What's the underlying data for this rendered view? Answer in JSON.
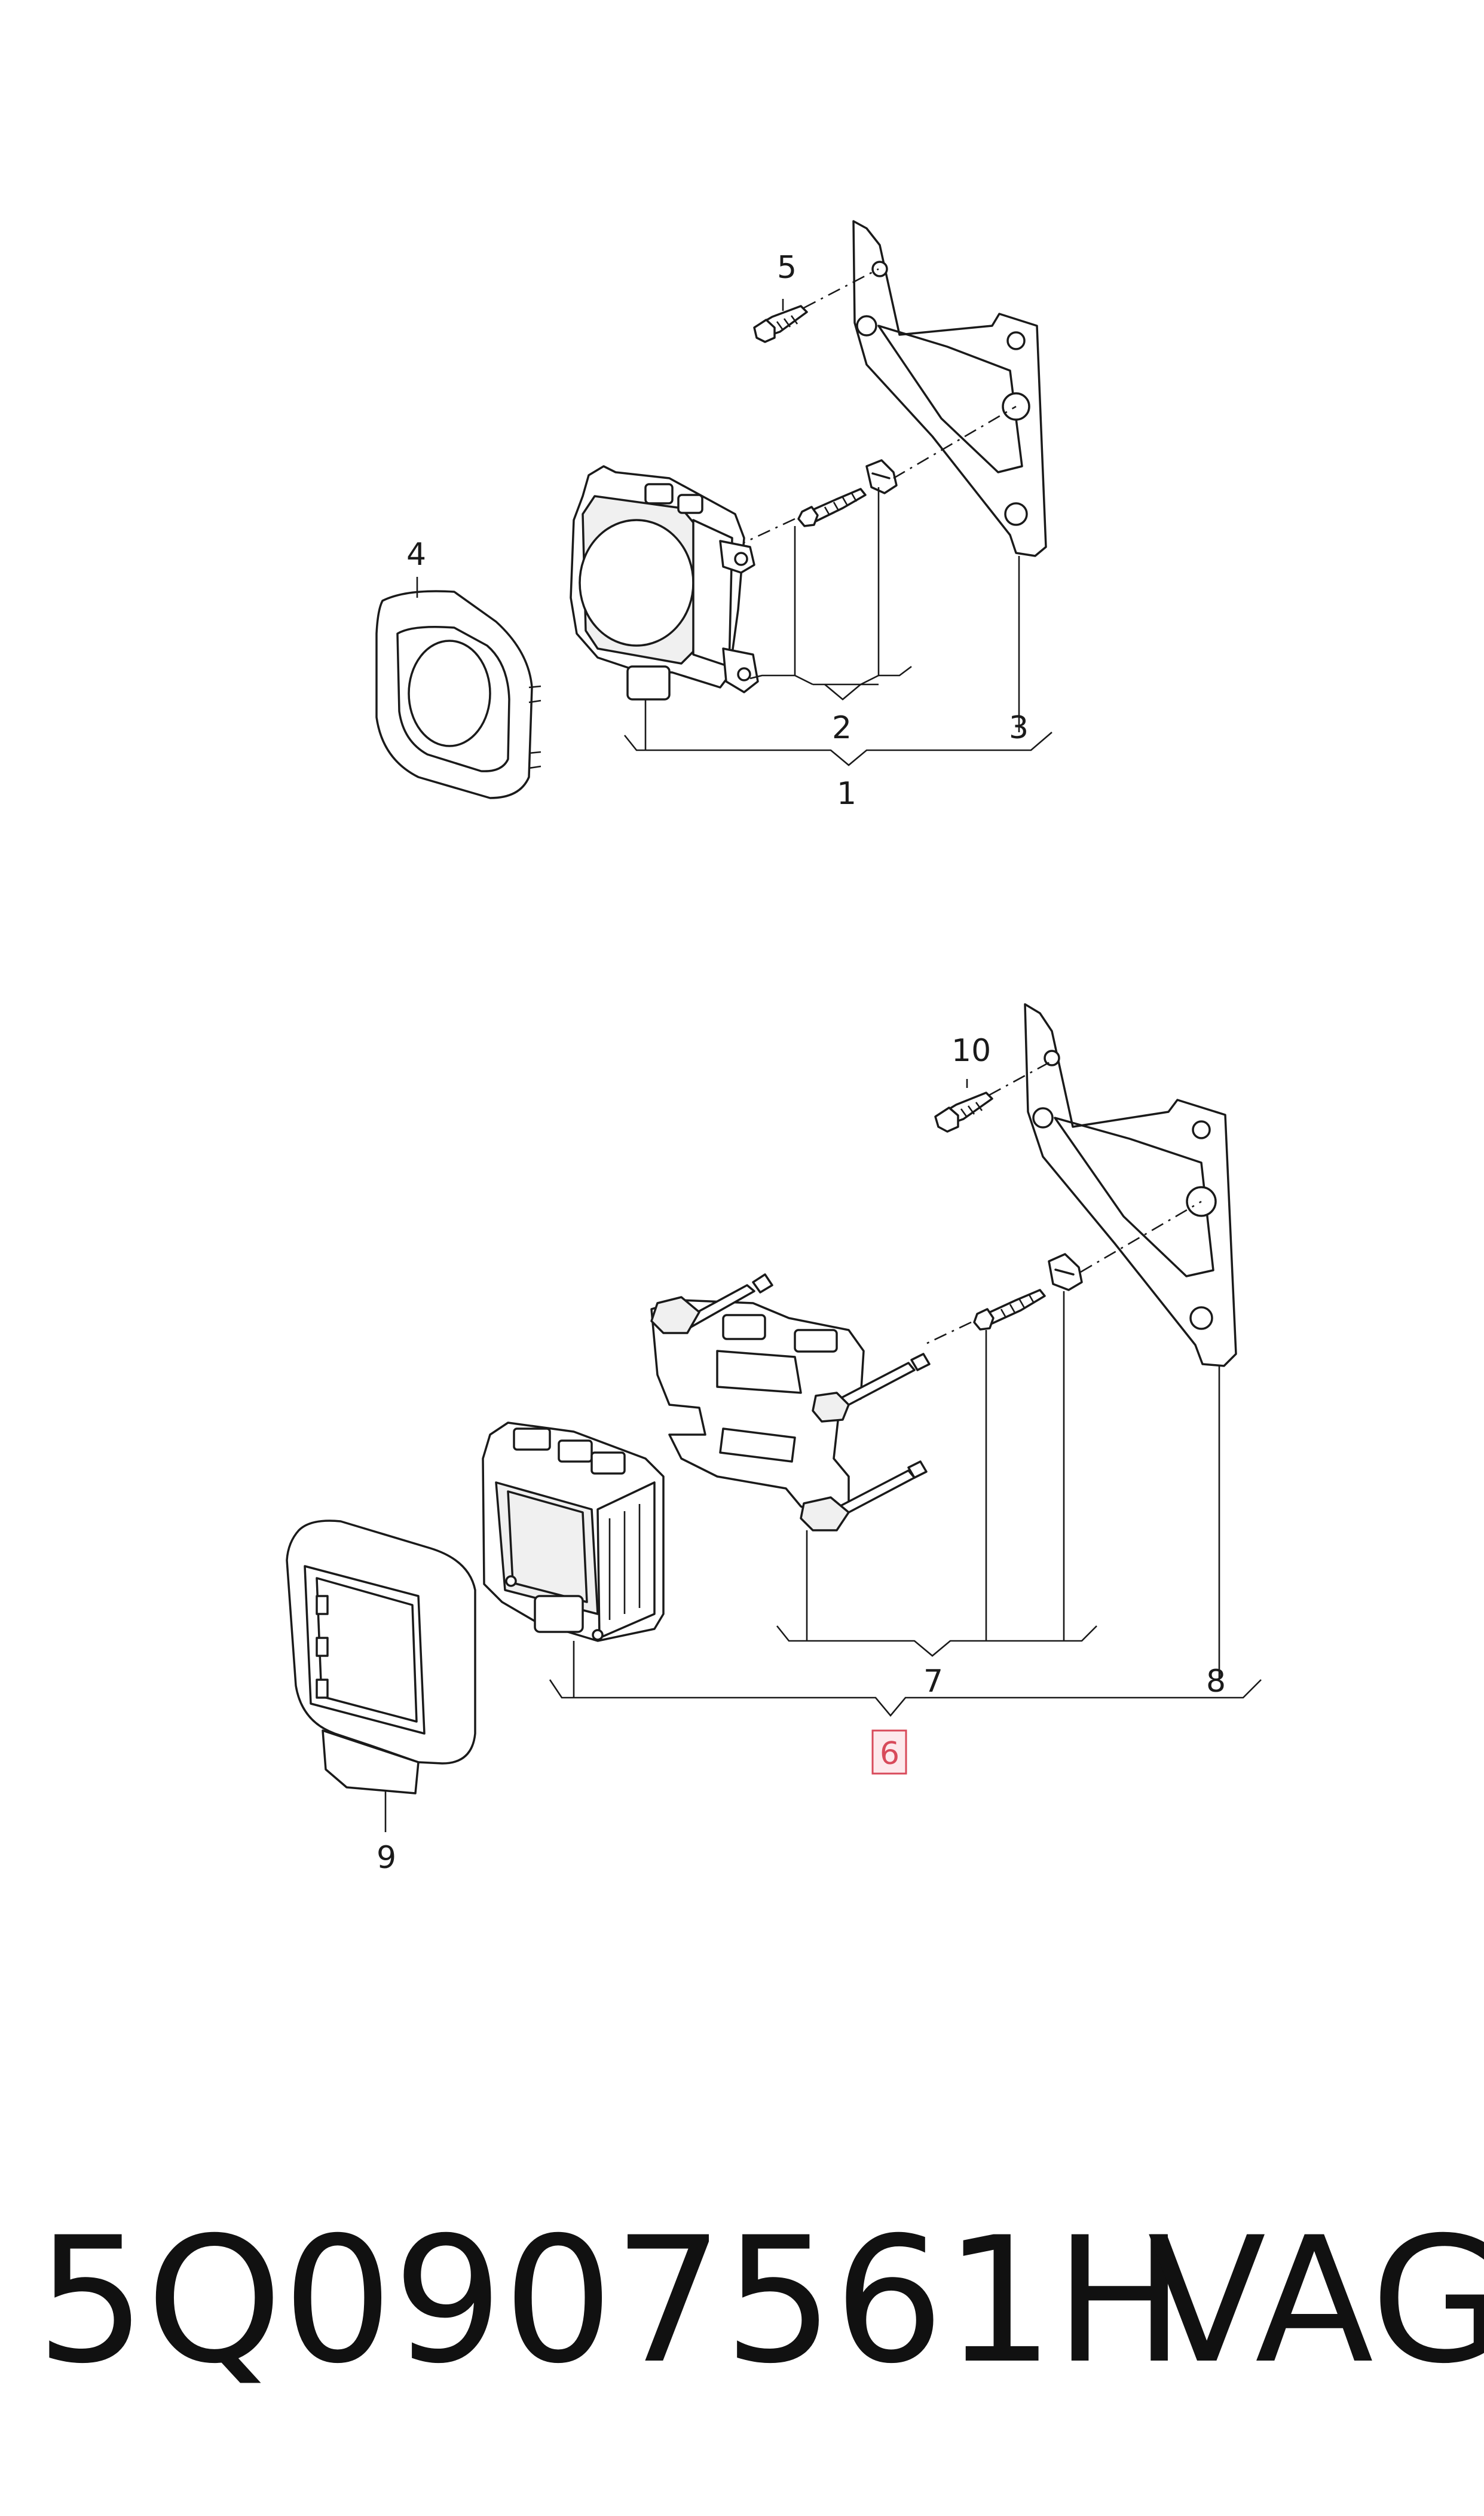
{
  "callouts": {
    "c1": "1",
    "c2": "2",
    "c3": "3",
    "c4": "4",
    "c5": "5",
    "c6": "6",
    "c7": "7",
    "c8": "8",
    "c9": "9",
    "c10": "10"
  },
  "highlighted_callout": "6",
  "footer": {
    "part_number": "5Q0907561H",
    "brand": "VAG"
  },
  "colors": {
    "line": "#1a1a1a",
    "highlight": "#d84a5a",
    "highlight_fill": "#fde9ec"
  }
}
